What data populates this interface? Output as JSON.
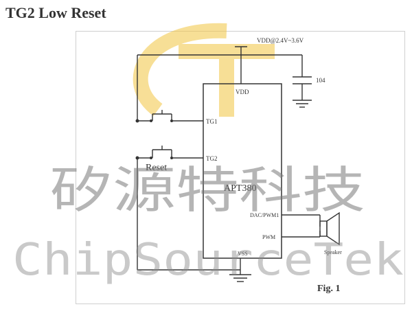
{
  "title": "TG2 Low Reset",
  "circuit": {
    "chip_name": "APT380",
    "supply_label": "VDD@2.4V~3.6V",
    "capacitor_label": "104",
    "pins": {
      "vdd": "VDD",
      "tg1": "TG1",
      "tg2": "TG2",
      "dac_pwm": "DAC/PWM1",
      "pwm": "PWM",
      "vss": "VSS"
    },
    "reset_label": "Reset",
    "speaker_label": "Speaker",
    "figure_label": "Fig. 1"
  },
  "watermark": {
    "chinese": "矽源特科技",
    "english": "ChipSourceTek"
  },
  "colors": {
    "line": "#333333",
    "logo": "#f2c542"
  }
}
